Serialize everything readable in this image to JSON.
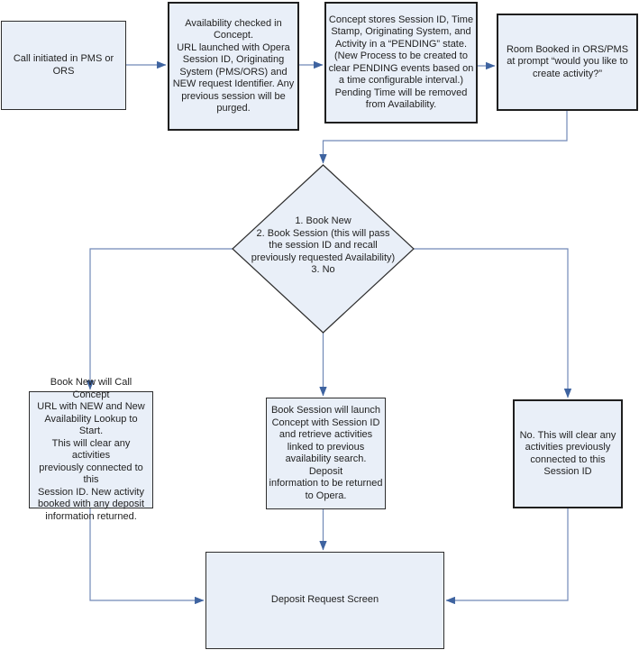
{
  "colors": {
    "shape_fill": "#E9EFF8",
    "shape_border": "#2E2E2E",
    "connector_line": "#7189B7",
    "connector_arrowhead": "#3E63A0",
    "text": "#1F1F1F"
  },
  "nodes": {
    "call_initiated": {
      "label": "Call initiated in PMS or\nORS"
    },
    "availability_checked": {
      "label": "Availability checked in\nConcept.\nURL launched with Opera\nSession ID, Originating\nSystem (PMS/ORS) and\nNEW request Identifier. Any\nprevious session will be\npurged."
    },
    "concept_stores": {
      "label": "Concept stores Session ID, Time\nStamp, Originating System, and\nActivity in a “PENDING” state.\n(New Process to be created to\nclear PENDING events based on\na time configurable interval.)\nPending Time will be removed\nfrom Availability."
    },
    "room_booked": {
      "label": "Room Booked in ORS/PMS\nat prompt “would you like to\ncreate activity?”"
    },
    "decision": {
      "label": "1. Book New\n2. Book Session (this will pass\nthe session ID and recall\npreviously requested Availability)\n3. No"
    },
    "book_new": {
      "label": "Book New will Call Concept\nURL with NEW and New\nAvailability Lookup to Start.\nThis will clear any activities\npreviously connected to this\nSession ID. New activity\nbooked with any deposit\ninformation returned."
    },
    "book_session": {
      "label": "Book Session will launch\nConcept with Session ID\nand retrieve activities\nlinked to previous\navailability search. Deposit\ninformation to be returned\nto Opera."
    },
    "no_clear": {
      "label": "No. This will clear any\nactivities previously\nconnected to this\nSession ID"
    },
    "deposit_request": {
      "label": "Deposit Request Screen"
    }
  }
}
